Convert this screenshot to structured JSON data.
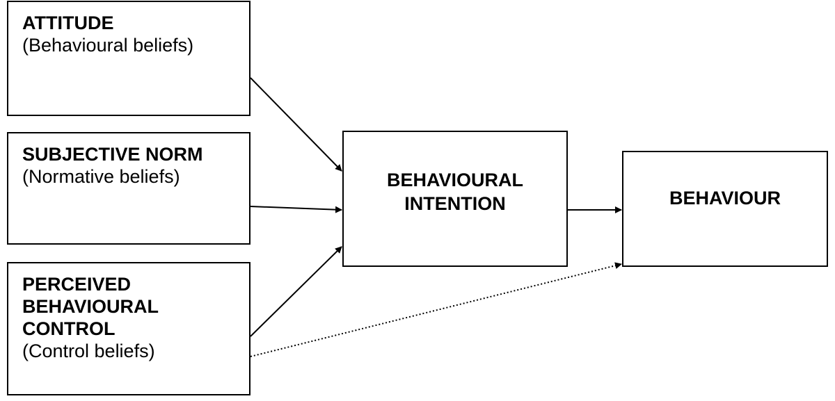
{
  "nodes": {
    "attitude": {
      "title": "ATTITUDE",
      "subtitle": "(Behavioural beliefs)"
    },
    "subjective_norm": {
      "title": "SUBJECTIVE NORM",
      "subtitle": "(Normative beliefs)"
    },
    "perceived_behavioural_control": {
      "title": "PERCEIVED\nBEHAVIOURAL\nCONTROL",
      "subtitle": "(Control beliefs)"
    },
    "behavioural_intention": {
      "title": "BEHAVIOURAL\nINTENTION"
    },
    "behaviour": {
      "title": "BEHAVIOUR"
    }
  },
  "edges": [
    {
      "from": "attitude",
      "to": "behavioural_intention",
      "style": "solid"
    },
    {
      "from": "subjective_norm",
      "to": "behavioural_intention",
      "style": "solid"
    },
    {
      "from": "perceived_behavioural_control",
      "to": "behavioural_intention",
      "style": "solid"
    },
    {
      "from": "behavioural_intention",
      "to": "behaviour",
      "style": "solid"
    },
    {
      "from": "perceived_behavioural_control",
      "to": "behaviour",
      "style": "dotted"
    }
  ],
  "colors": {
    "stroke": "#000000",
    "background": "#ffffff"
  }
}
